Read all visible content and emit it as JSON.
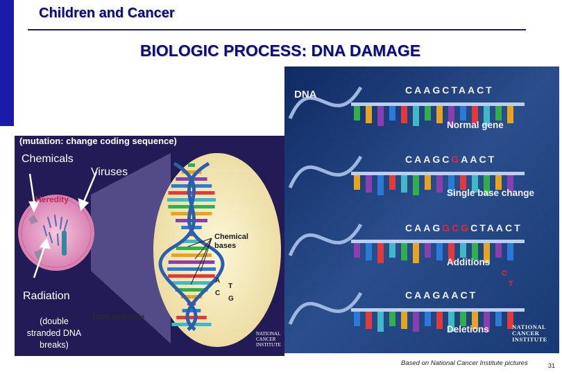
{
  "slide": {
    "title": "Children and Cancer",
    "heading": "BIOLOGIC PROCESS:  DNA DAMAGE",
    "footer_credit": "Based on National Cancer Institute pictures",
    "page_number": "31"
  },
  "bio_panel": {
    "mutation_note": "(mutation: change coding sequence)",
    "chemicals": "Chemicals",
    "viruses": "Viruses",
    "heredity": "Heredity",
    "radiation": "Radiation",
    "dsb_line1": "(double",
    "dsb_line2": "stranded DNA",
    "dsb_line3": "breaks)",
    "chemical_bases_1": "Chemical",
    "chemical_bases_2": "bases",
    "dna_molecule": "DNA molecule",
    "base_a": "A",
    "base_t": "T",
    "base_c": "C",
    "base_g": "G",
    "nci_1": "NATIONAL",
    "nci_2": "CANCER",
    "nci_3": "INSTITUTE"
  },
  "dna_panel": {
    "dna_label": "DNA",
    "seq1": "CAAGCTAACT",
    "cap1": "Normal gene",
    "seq2_pre": "CAAGC",
    "seq2_mut": "G",
    "seq2_post": "AACT",
    "cap2": "Single base change",
    "seq3_pre": "CAAG",
    "seq3_mut": "GCG",
    "seq3_post": "CTAACT",
    "cap3": "Additions",
    "seq4": "CAAGAACT",
    "cap4": "Deletions",
    "del_c": "C",
    "del_t": "T",
    "nci_1": "NATIONAL",
    "nci_2": "CANCER",
    "nci_3": "INSTITUTE"
  },
  "colors": {
    "brand_blue": "#1a1aa8",
    "title_navy": "#0a0a7a",
    "panel_blue": "#1a3b78",
    "mutation_red": "#e8253a"
  }
}
